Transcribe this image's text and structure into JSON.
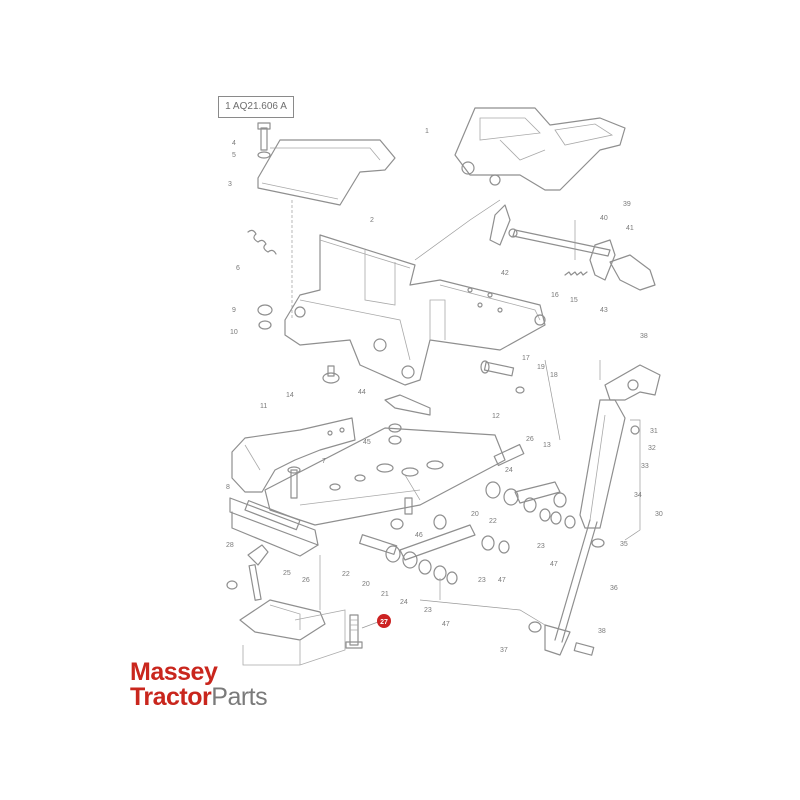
{
  "diagram": {
    "reference_code": "1 AQ21.606 A",
    "highlight_color": "#cc2222",
    "line_color": "#8f8f8f",
    "callouts": [
      {
        "id": "c-4",
        "text": "4"
      },
      {
        "id": "c-5",
        "text": "5"
      },
      {
        "id": "c-3",
        "text": "3"
      },
      {
        "id": "c-1",
        "text": "1"
      },
      {
        "id": "c-2",
        "text": "2"
      },
      {
        "id": "c-6",
        "text": "6"
      },
      {
        "id": "c-39",
        "text": "39"
      },
      {
        "id": "c-40",
        "text": "40"
      },
      {
        "id": "c-41",
        "text": "41"
      },
      {
        "id": "c-42",
        "text": "42"
      },
      {
        "id": "c-16",
        "text": "16"
      },
      {
        "id": "c-15",
        "text": "15"
      },
      {
        "id": "c-43",
        "text": "43"
      },
      {
        "id": "c-9",
        "text": "9"
      },
      {
        "id": "c-10",
        "text": "10"
      },
      {
        "id": "c-38",
        "text": "38"
      },
      {
        "id": "c-17",
        "text": "17"
      },
      {
        "id": "c-19",
        "text": "19"
      },
      {
        "id": "c-18",
        "text": "18"
      },
      {
        "id": "c-14",
        "text": "14"
      },
      {
        "id": "c-44",
        "text": "44"
      },
      {
        "id": "c-11",
        "text": "11"
      },
      {
        "id": "c-12",
        "text": "12"
      },
      {
        "id": "c-45",
        "text": "45"
      },
      {
        "id": "c-26a",
        "text": "26"
      },
      {
        "id": "c-13",
        "text": "13"
      },
      {
        "id": "c-31",
        "text": "31"
      },
      {
        "id": "c-32",
        "text": "32"
      },
      {
        "id": "c-7",
        "text": "7"
      },
      {
        "id": "c-8",
        "text": "8"
      },
      {
        "id": "c-33",
        "text": "33"
      },
      {
        "id": "c-24a",
        "text": "24"
      },
      {
        "id": "c-34",
        "text": "34"
      },
      {
        "id": "c-30",
        "text": "30"
      },
      {
        "id": "c-22a",
        "text": "22"
      },
      {
        "id": "c-20a",
        "text": "20"
      },
      {
        "id": "c-46",
        "text": "46"
      },
      {
        "id": "c-23a",
        "text": "23"
      },
      {
        "id": "c-47a",
        "text": "47"
      },
      {
        "id": "c-35",
        "text": "35"
      },
      {
        "id": "c-28",
        "text": "28"
      },
      {
        "id": "c-25",
        "text": "25"
      },
      {
        "id": "c-22b",
        "text": "22"
      },
      {
        "id": "c-20b",
        "text": "20"
      },
      {
        "id": "c-21",
        "text": "21"
      },
      {
        "id": "c-24b",
        "text": "24"
      },
      {
        "id": "c-23b",
        "text": "23"
      },
      {
        "id": "c-47b",
        "text": "47"
      },
      {
        "id": "c-26b",
        "text": "26"
      },
      {
        "id": "c-36",
        "text": "36"
      },
      {
        "id": "c-23c",
        "text": "23"
      },
      {
        "id": "c-47c",
        "text": "47"
      },
      {
        "id": "c-37",
        "text": "37"
      },
      {
        "id": "c-38b",
        "text": "38"
      }
    ],
    "highlighted_callout": "27"
  },
  "brand": {
    "line1": "Massey",
    "line2_a": "Tractor",
    "line2_b": "Parts"
  }
}
